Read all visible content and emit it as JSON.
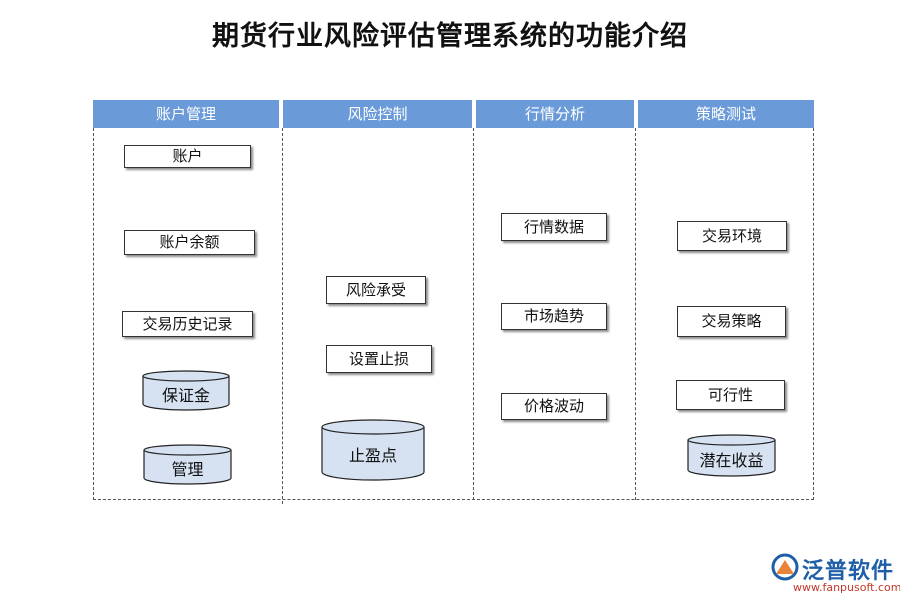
{
  "title": "期货行业风险评估管理系统的功能介绍",
  "columns": [
    {
      "header": "账户管理",
      "items": [
        "账户",
        "账户余额",
        "交易历史记录"
      ],
      "cylinders": [
        "保证金",
        "管理"
      ]
    },
    {
      "header": "风险控制",
      "items": [
        "风险承受",
        "设置止损"
      ],
      "cylinders": [
        "止盈点"
      ]
    },
    {
      "header": "行情分析",
      "items": [
        "行情数据",
        "市场趋势",
        "价格波动"
      ],
      "cylinders": []
    },
    {
      "header": "策略测试",
      "items": [
        "交易环境",
        "交易策略",
        "可行性"
      ],
      "cylinders": [
        "潜在收益"
      ]
    }
  ],
  "logo": {
    "name": "泛普软件",
    "url": "www.fanpusoft.com"
  },
  "colors": {
    "header_bg": "#6a9bd8",
    "cylinder_fill": "#d6e2f2",
    "logo_blue": "#1f5fa8",
    "logo_orange": "#e8833a"
  }
}
